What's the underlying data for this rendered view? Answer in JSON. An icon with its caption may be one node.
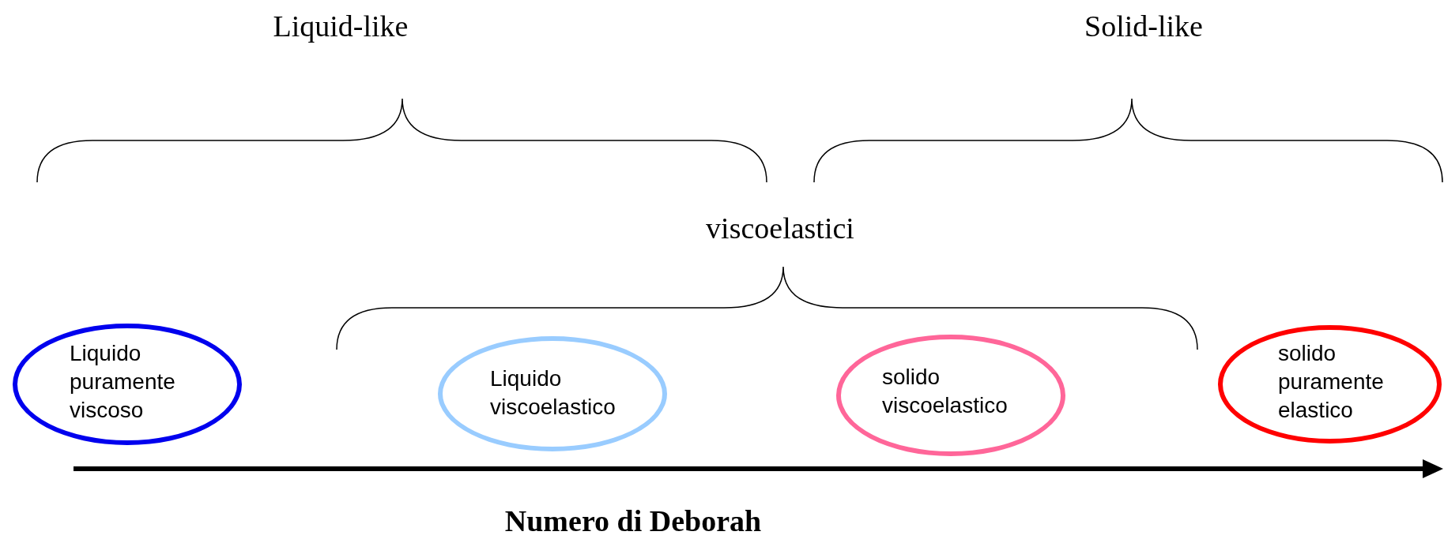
{
  "diagram": {
    "nodes": [
      {
        "text": [
          "Liquido puramente viscoso"
        ]
      },
      {
        "text": [
          "Liquido viscoelastico"
        ]
      },
      {
        "text": [
          "solido viscoelastico"
        ]
      },
      {
        "text": [
          "solido puramente elastico"
        ]
      }
    ],
    "edges": [],
    "labels": [
      "Liquid-like",
      "Solid-like",
      "viscoelastici",
      "Numero di Deborah"
    ]
  }
}
